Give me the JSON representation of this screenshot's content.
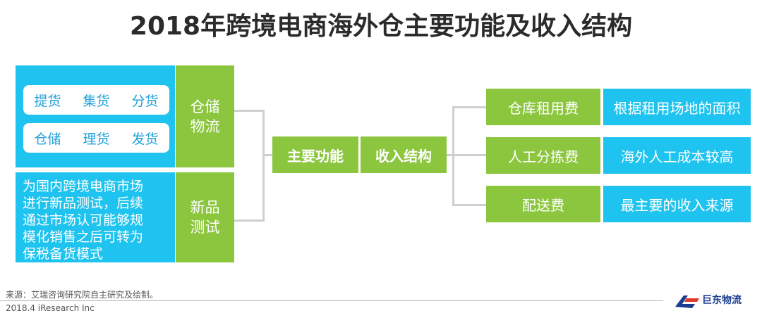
{
  "title": "2018年跨境电商海外仓主要功能及收入结构",
  "left": {
    "pill_row1": [
      "提货",
      "集货",
      "分货"
    ],
    "pill_row2": [
      "仓储",
      "理货",
      "发货"
    ],
    "storage_label": [
      "仓储",
      "物流"
    ],
    "newproduct_desc": [
      "为国内跨境电商市场",
      "进行新品测试，后续",
      "通过市场认可能够规",
      "模化销售之后可转为",
      "保税备货模式"
    ],
    "newproduct_label": [
      "新品",
      "测试"
    ]
  },
  "center": {
    "main_function": "主要功能",
    "income_structure": "收入结构"
  },
  "right": {
    "items": [
      {
        "fee": "仓库租用费",
        "desc": "根据租用场地的面积"
      },
      {
        "fee": "人工分拣费",
        "desc": "海外人工成本较高"
      },
      {
        "fee": "配送费",
        "desc": "最主要的收入来源"
      }
    ]
  },
  "footer": {
    "source": "来源：艾瑞咨询研究院自主研究及绘制。",
    "copyright": "2018.4 iResearch Inc",
    "logo": "巨东物流"
  },
  "colors": {
    "cyan": "#1fc3ef",
    "green": "#8cc63f"
  }
}
